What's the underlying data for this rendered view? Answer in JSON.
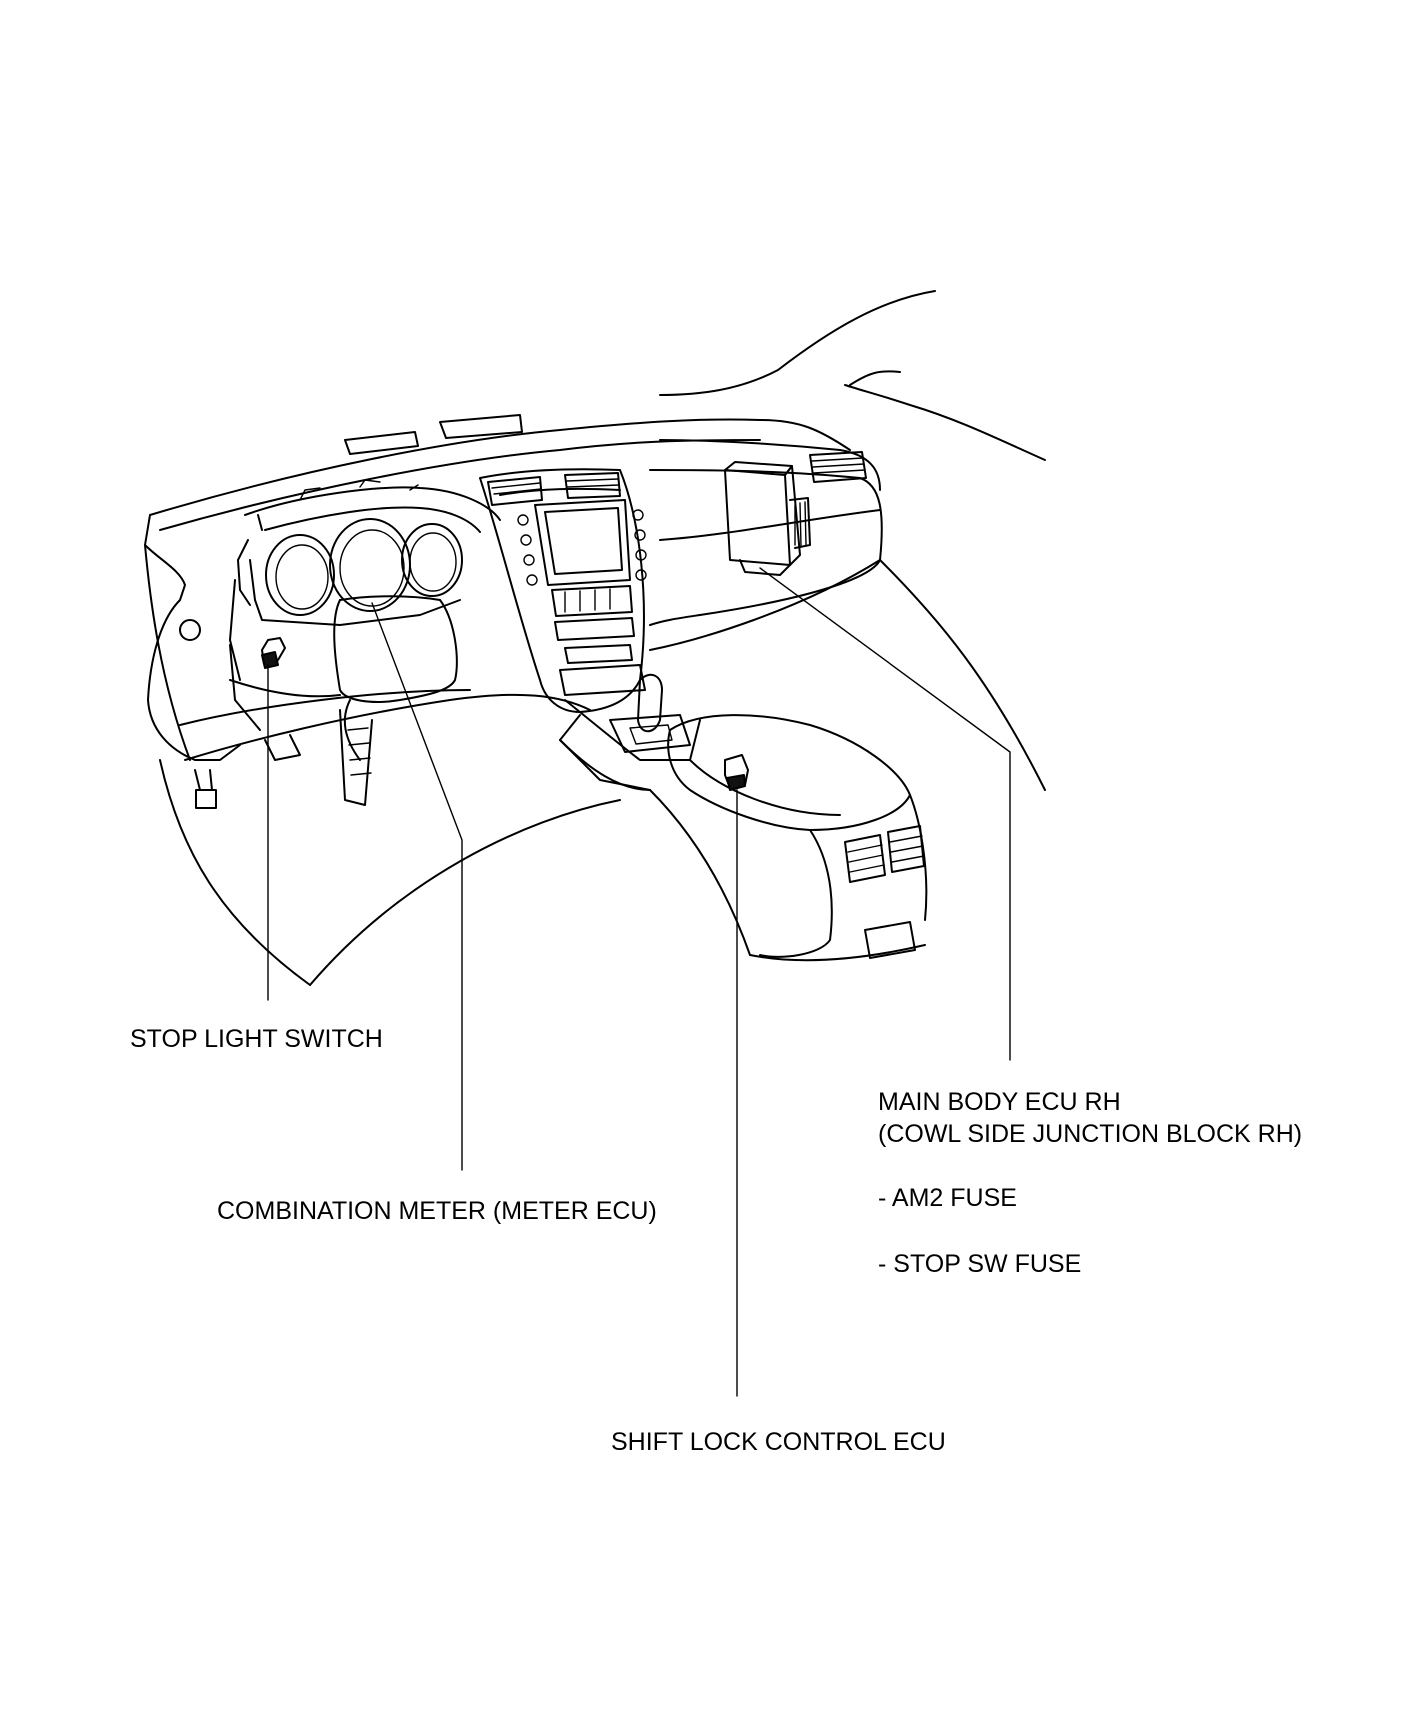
{
  "labels": {
    "stop_light_switch": "STOP LIGHT SWITCH",
    "combination_meter": "COMBINATION METER (METER ECU)",
    "main_body_ecu_line1": "MAIN BODY ECU RH",
    "main_body_ecu_line2": "(COWL SIDE JUNCTION BLOCK RH)",
    "am2_fuse": "- AM2 FUSE",
    "stop_sw_fuse": "- STOP SW FUSE",
    "shift_lock_ecu": "SHIFT LOCK CONTROL ECU"
  },
  "colors": {
    "line": "#000000",
    "background": "#ffffff"
  }
}
